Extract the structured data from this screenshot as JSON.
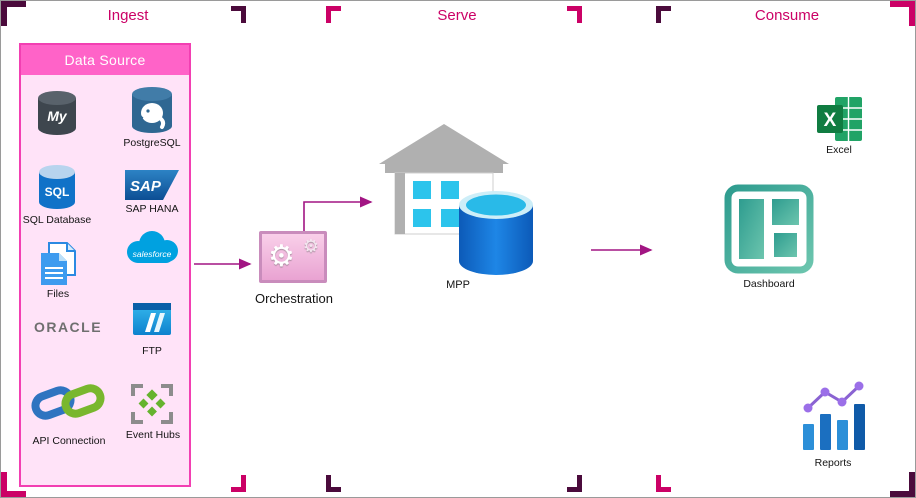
{
  "sections": {
    "ingest": "Ingest",
    "serve": "Serve",
    "consume": "Consume"
  },
  "panel": {
    "title": "Data Source"
  },
  "data_source": {
    "items": [
      {
        "id": "mysql",
        "label": "",
        "icon_text": "My"
      },
      {
        "id": "postgresql",
        "label": "PostgreSQL"
      },
      {
        "id": "sql_database",
        "label": "SQL Database",
        "icon_text": "SQL"
      },
      {
        "id": "sap_hana",
        "label": "SAP HANA",
        "icon_text": "SAP"
      },
      {
        "id": "files",
        "label": "Files"
      },
      {
        "id": "salesforce",
        "label": "",
        "icon_text": "salesforce"
      },
      {
        "id": "oracle",
        "label": "ORACLE"
      },
      {
        "id": "ftp",
        "label": "FTP"
      },
      {
        "id": "api_connection",
        "label": "API Connection"
      },
      {
        "id": "event_hubs",
        "label": "Event Hubs"
      }
    ]
  },
  "serve": {
    "orchestration": "Orchestration",
    "mpp": "MPP"
  },
  "consume": {
    "excel": "Excel",
    "dashboard": "Dashboard",
    "reports": "Reports"
  },
  "icon_texts": {
    "excel": "X",
    "gear": "⚙"
  },
  "colors": {
    "accent_magenta": "#CB0166",
    "dark_purple": "#4B0B3C",
    "panel_header_pink": "#FF63C8",
    "panel_body_pink": "#FFE3F8",
    "panel_border_pink": "#F23FB2",
    "arrow": "#A21583",
    "azure_blue": "#1E86E6",
    "cyan": "#2CC4EC",
    "teal": "#3EA493",
    "excel_green": "#107C41"
  }
}
